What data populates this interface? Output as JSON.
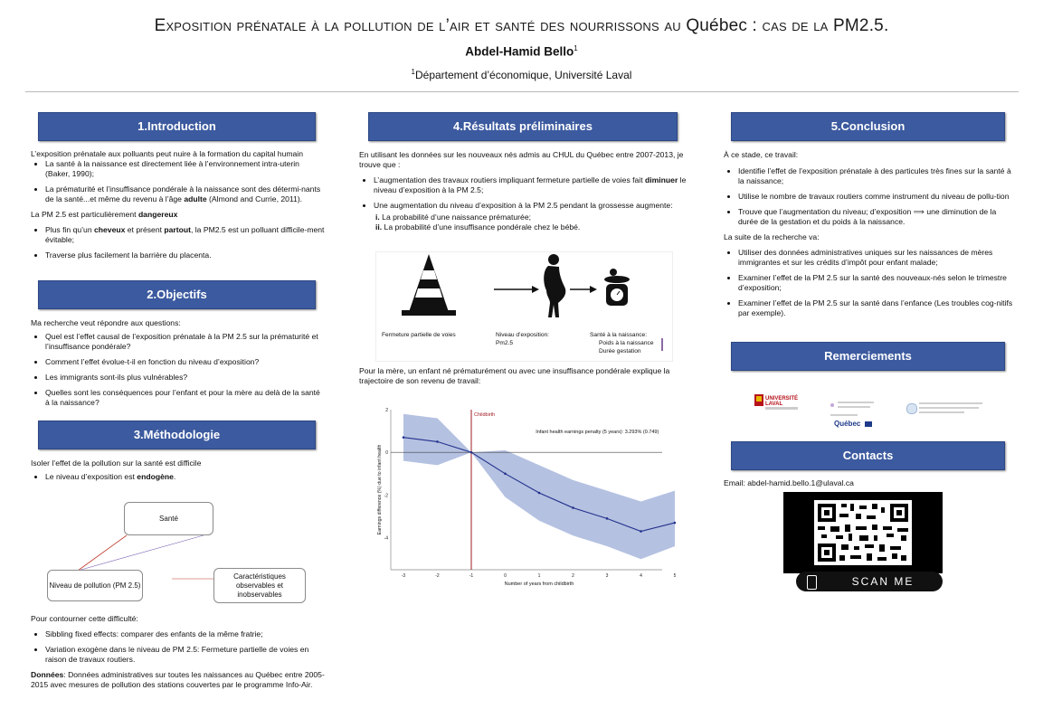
{
  "header": {
    "title_prefix": "E",
    "title_sc": "xposition prénatale à la pollution de l’air et santé des nourrissons au ",
    "title_quebec": "Québec",
    "title_sc2": " : cas de la ",
    "title_pm": "PM2.5.",
    "author": "Abdel-Hamid Bello",
    "author_sup": "1",
    "affiliation_sup": "1",
    "affiliation": "Département d’économique, Université Laval"
  },
  "col1": {
    "intro_header": "1.Introduction",
    "intro_p1": "L’exposition prénatale aux polluants peut nuire à la formation du capital humain",
    "intro_b1": "La santé à la naissance est directement liée à l’environnement intra-uterin (Baker, 1990);",
    "intro_b2": "La prématurité et l’insuffisance pondérale à la naissance sont des détermi-nants de la santé...et même du revenu à l’âge ",
    "intro_b2_bold": "adulte",
    "intro_b2_end": " (Almond and Currie, 2011).",
    "intro_p2": "La PM 2.5 est particulièrement ",
    "intro_p2_bold": "dangereux",
    "intro_b3a": "Plus fin qu’un ",
    "intro_b3_bold1": "cheveux",
    "intro_b3b": " et présent ",
    "intro_b3_bold2": "partout",
    "intro_b3c": ", la PM2.5 est un polluant difficile-ment évitable;",
    "intro_b4": "Traverse plus facilement la barrière du placenta.",
    "obj_header": "2.Objectifs",
    "obj_p": "Ma recherche veut répondre aux questions:",
    "obj_b1": "Quel est l’effet causal de l’exposition prénatale à la PM 2.5 sur la prématurité et l’insuffisance pondérale?",
    "obj_b2": "Comment l’effet évolue-t-il en fonction du niveau d’exposition?",
    "obj_b3": "Les immigrants sont-ils plus vulnérables?",
    "obj_b4": "Quelles sont les conséquences pour l’enfant et pour la mère au delà de la santé à la naissance?",
    "meth_header": "3.Méthodologie",
    "meth_p1": "Isoler l’effet de la pollution sur la santé est difficile",
    "meth_b1": "Le niveau d’exposition est ",
    "meth_b1_bold": "endogène",
    "meth_b1_end": ".",
    "diag_sante": "Santé",
    "diag_pollution": "Niveau de pollution (PM 2.5)",
    "diag_caract": "Caractéristiques observables et inobservables",
    "meth_p2": "Pour contourner cette difficulté:",
    "meth_b2": "Sibbling fixed effects: comparer des enfants de la même fratrie;",
    "meth_b3": "Variation exogène dans le niveau de PM 2.5: Fermeture partielle de voies en raison de travaux routiers.",
    "meth_data_bold": "Données",
    "meth_data": ": Données administratives sur toutes les naissances au Québec entre 2005-2015 avec mesures de pollution des stations couvertes par le programme Info-Air."
  },
  "col2": {
    "res_header": "4.Résultats préliminaires",
    "res_p1": "En utilisant les données sur les nouveaux nés admis au CHUL du Québec entre 2007-2013, je trouve que :",
    "res_b1a": "L’augmentation des travaux routiers impliquant fermeture partielle de voies fait ",
    "res_b1_bold": "diminuer",
    "res_b1b": " le niveau d’exposition à la PM 2.5;",
    "res_b2": "Une augmentation du niveau d’exposition à la PM 2.5 pendant la grossesse augmente:",
    "res_i": "i.",
    "res_i_text": " La probabilité d’une naissance prématurée;",
    "res_ii": "ii.",
    "res_ii_text": " La probabilité d’une insuffisance pondérale chez le bébé.",
    "fig_lab1": "Fermeture partielle de voies",
    "fig_lab2a": "Niveau d’exposition:",
    "fig_lab2b": "Pm2.5",
    "fig_lab3a": "Santé à la naissance:",
    "fig_lab3b": "Poids à la naissance",
    "fig_lab3c": "Durée gestation",
    "res_p2": "Pour la mère, un enfant né prématurément ou avec une insuffisance pondérale explique la trajectoire de son revenu de travail:"
  },
  "col3": {
    "concl_header": "5.Conclusion",
    "concl_p1": "À ce stade, ce travail:",
    "concl_b1": "Identifie l’effet de l’exposition prénatale à des particules très fines sur la santé à la naissance;",
    "concl_b2": "Utilise le nombre de travaux routiers comme instrument du niveau de pollu-tion",
    "concl_b3": "Trouve que l’augmentation du niveau; d’exposition ⟹ une diminution de la durée de la gestation et du poids à la naissance.",
    "concl_p2": "La suite de la recherche va:",
    "concl_b4": "Utiliser des données administratives uniques sur les naissances de mères immigrantes et sur les crédits d’impôt pour enfant malade;",
    "concl_b5": "Examiner l’effet de la PM 2.5 sur la santé des nouveaux-nés selon le trimestre d’exposition;",
    "concl_b6": "Examiner l’effet de la PM 2.5 sur la santé dans l’enfance (Les troubles cog-nitifs par exemple).",
    "thanks_header": "Remerciements",
    "logo1": "UNIVERSITÉ LAVAL",
    "logo2": "Québec",
    "contacts_header": "Contacts",
    "email": "Email: abdel-hamid.bello.1@ulaval.ca",
    "scan_me": "SCAN ME"
  },
  "chart_data": {
    "type": "line",
    "title": "",
    "annotation_line": "Childbirth",
    "annotation_text": "Infant health earnings penalty (5 years): 3.293% (0.749)",
    "xlabel": "Number of years from childbirth",
    "ylabel": "Earnings difference (%) due to infant health",
    "x": [
      -3,
      -2,
      -1,
      0,
      1,
      2,
      3,
      4,
      5
    ],
    "series": [
      {
        "values": [
          0.7,
          0.5,
          0.0,
          -1.0,
          -1.9,
          -2.6,
          -3.1,
          -3.7,
          -3.3
        ]
      }
    ],
    "ci_lower": [
      -0.4,
      -0.6,
      0.0,
      -2.1,
      -3.2,
      -3.9,
      -4.4,
      -5.0,
      -4.4
    ],
    "ci_upper": [
      1.8,
      1.6,
      0.0,
      0.1,
      -0.6,
      -1.3,
      -1.8,
      -2.3,
      -1.8
    ],
    "xlim": [
      -3,
      5
    ],
    "ylim": [
      -5.5,
      2
    ],
    "colors": {
      "line": "#23318c",
      "band": "#a7b6dc",
      "childbirth": "#a31c25"
    }
  }
}
